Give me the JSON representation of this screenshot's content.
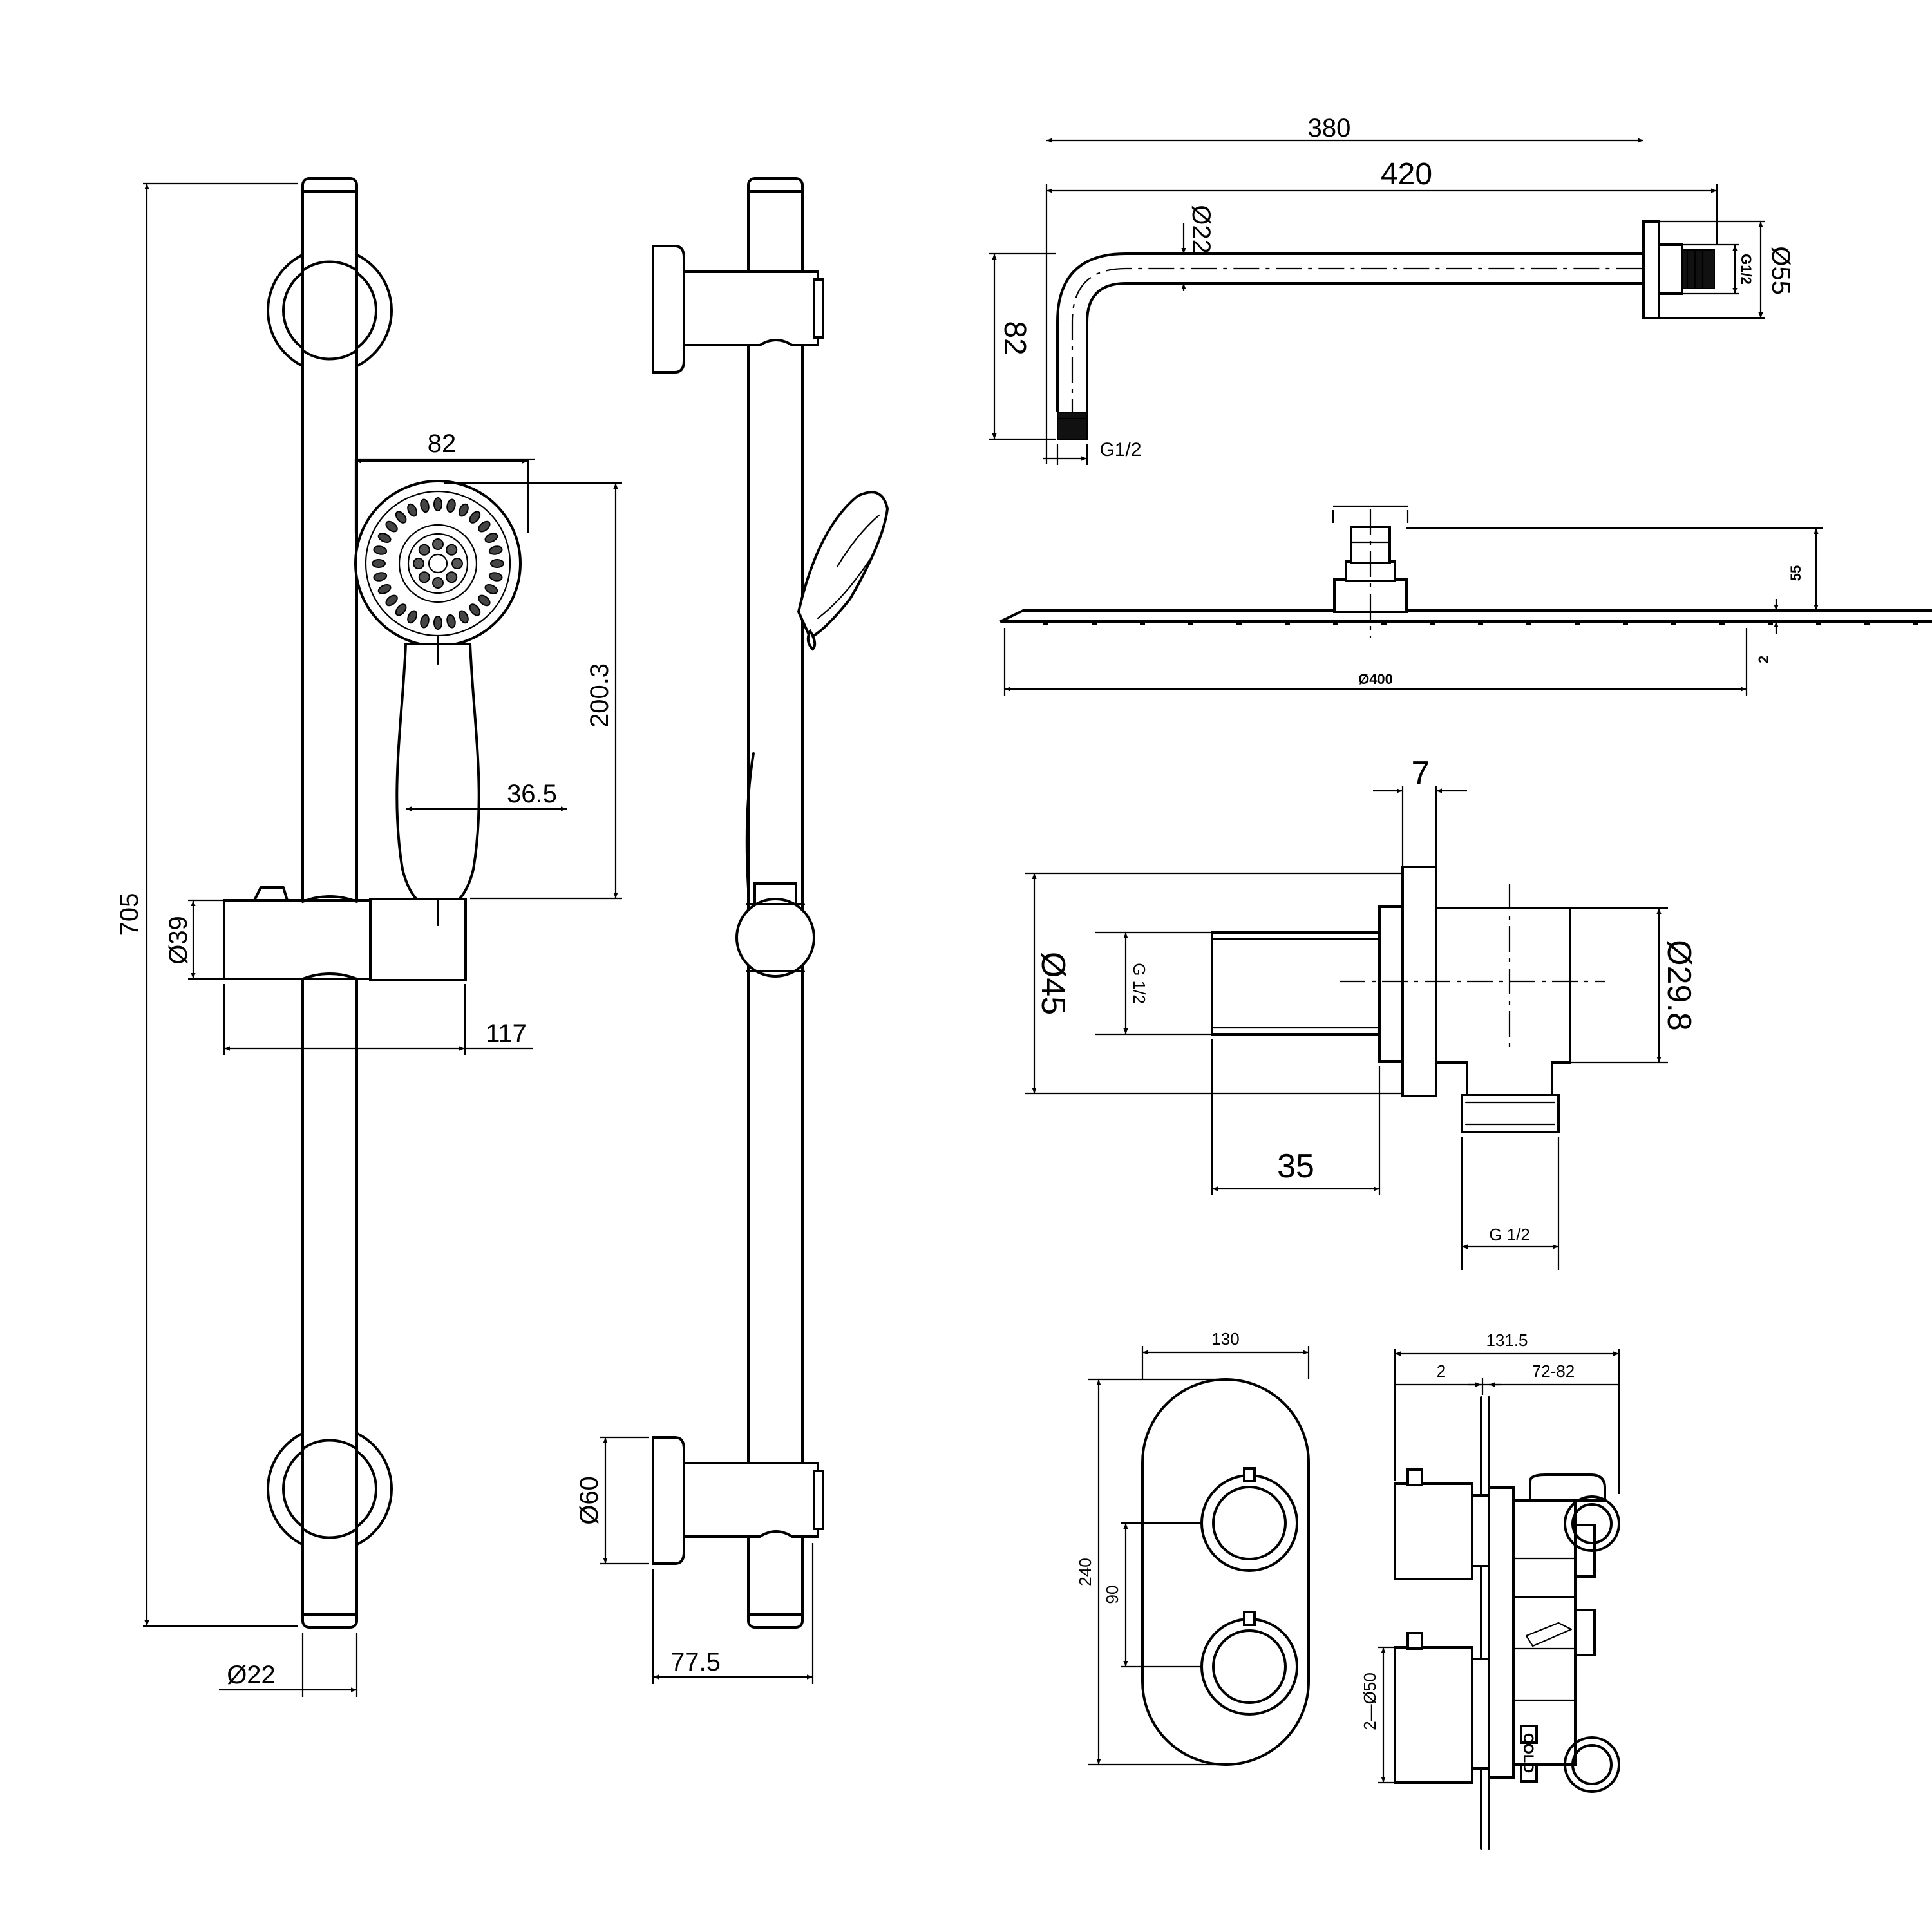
{
  "dimensions": {
    "rail_height": "705",
    "rail_dia": "Ø22",
    "bracket_dia": "Ø60",
    "bracket_projection": "77.5",
    "slider_dia": "Ø39",
    "slider_width": "117",
    "head_width": "82",
    "handset_length": "200.3",
    "handle_width": "36.5",
    "arm_length_inner": "380",
    "arm_length_outer": "420",
    "arm_tube_dia": "Ø22",
    "arm_drop": "82",
    "arm_thread_end": "G1/2",
    "arm_thread_wall": "G1/2",
    "arm_flange_dia": "Ø55",
    "head_dia": "Ø400",
    "head_height": "55",
    "head_plate": "2",
    "outlet_flange_thk": "7",
    "outlet_flange_dia": "Ø45",
    "outlet_thread_in": "G 1/2",
    "outlet_depth": "35",
    "outlet_body_dia": "Ø29.8",
    "outlet_thread_out": "G 1/2",
    "valve_plate_width": "130",
    "valve_plate_height": "240",
    "valve_handle_pitch": "90",
    "valve_depth": "131.5",
    "valve_gap": "2",
    "valve_adjust": "72-82",
    "valve_handle_dia": "2—Ø50",
    "valve_cold_mark": "COLD"
  }
}
